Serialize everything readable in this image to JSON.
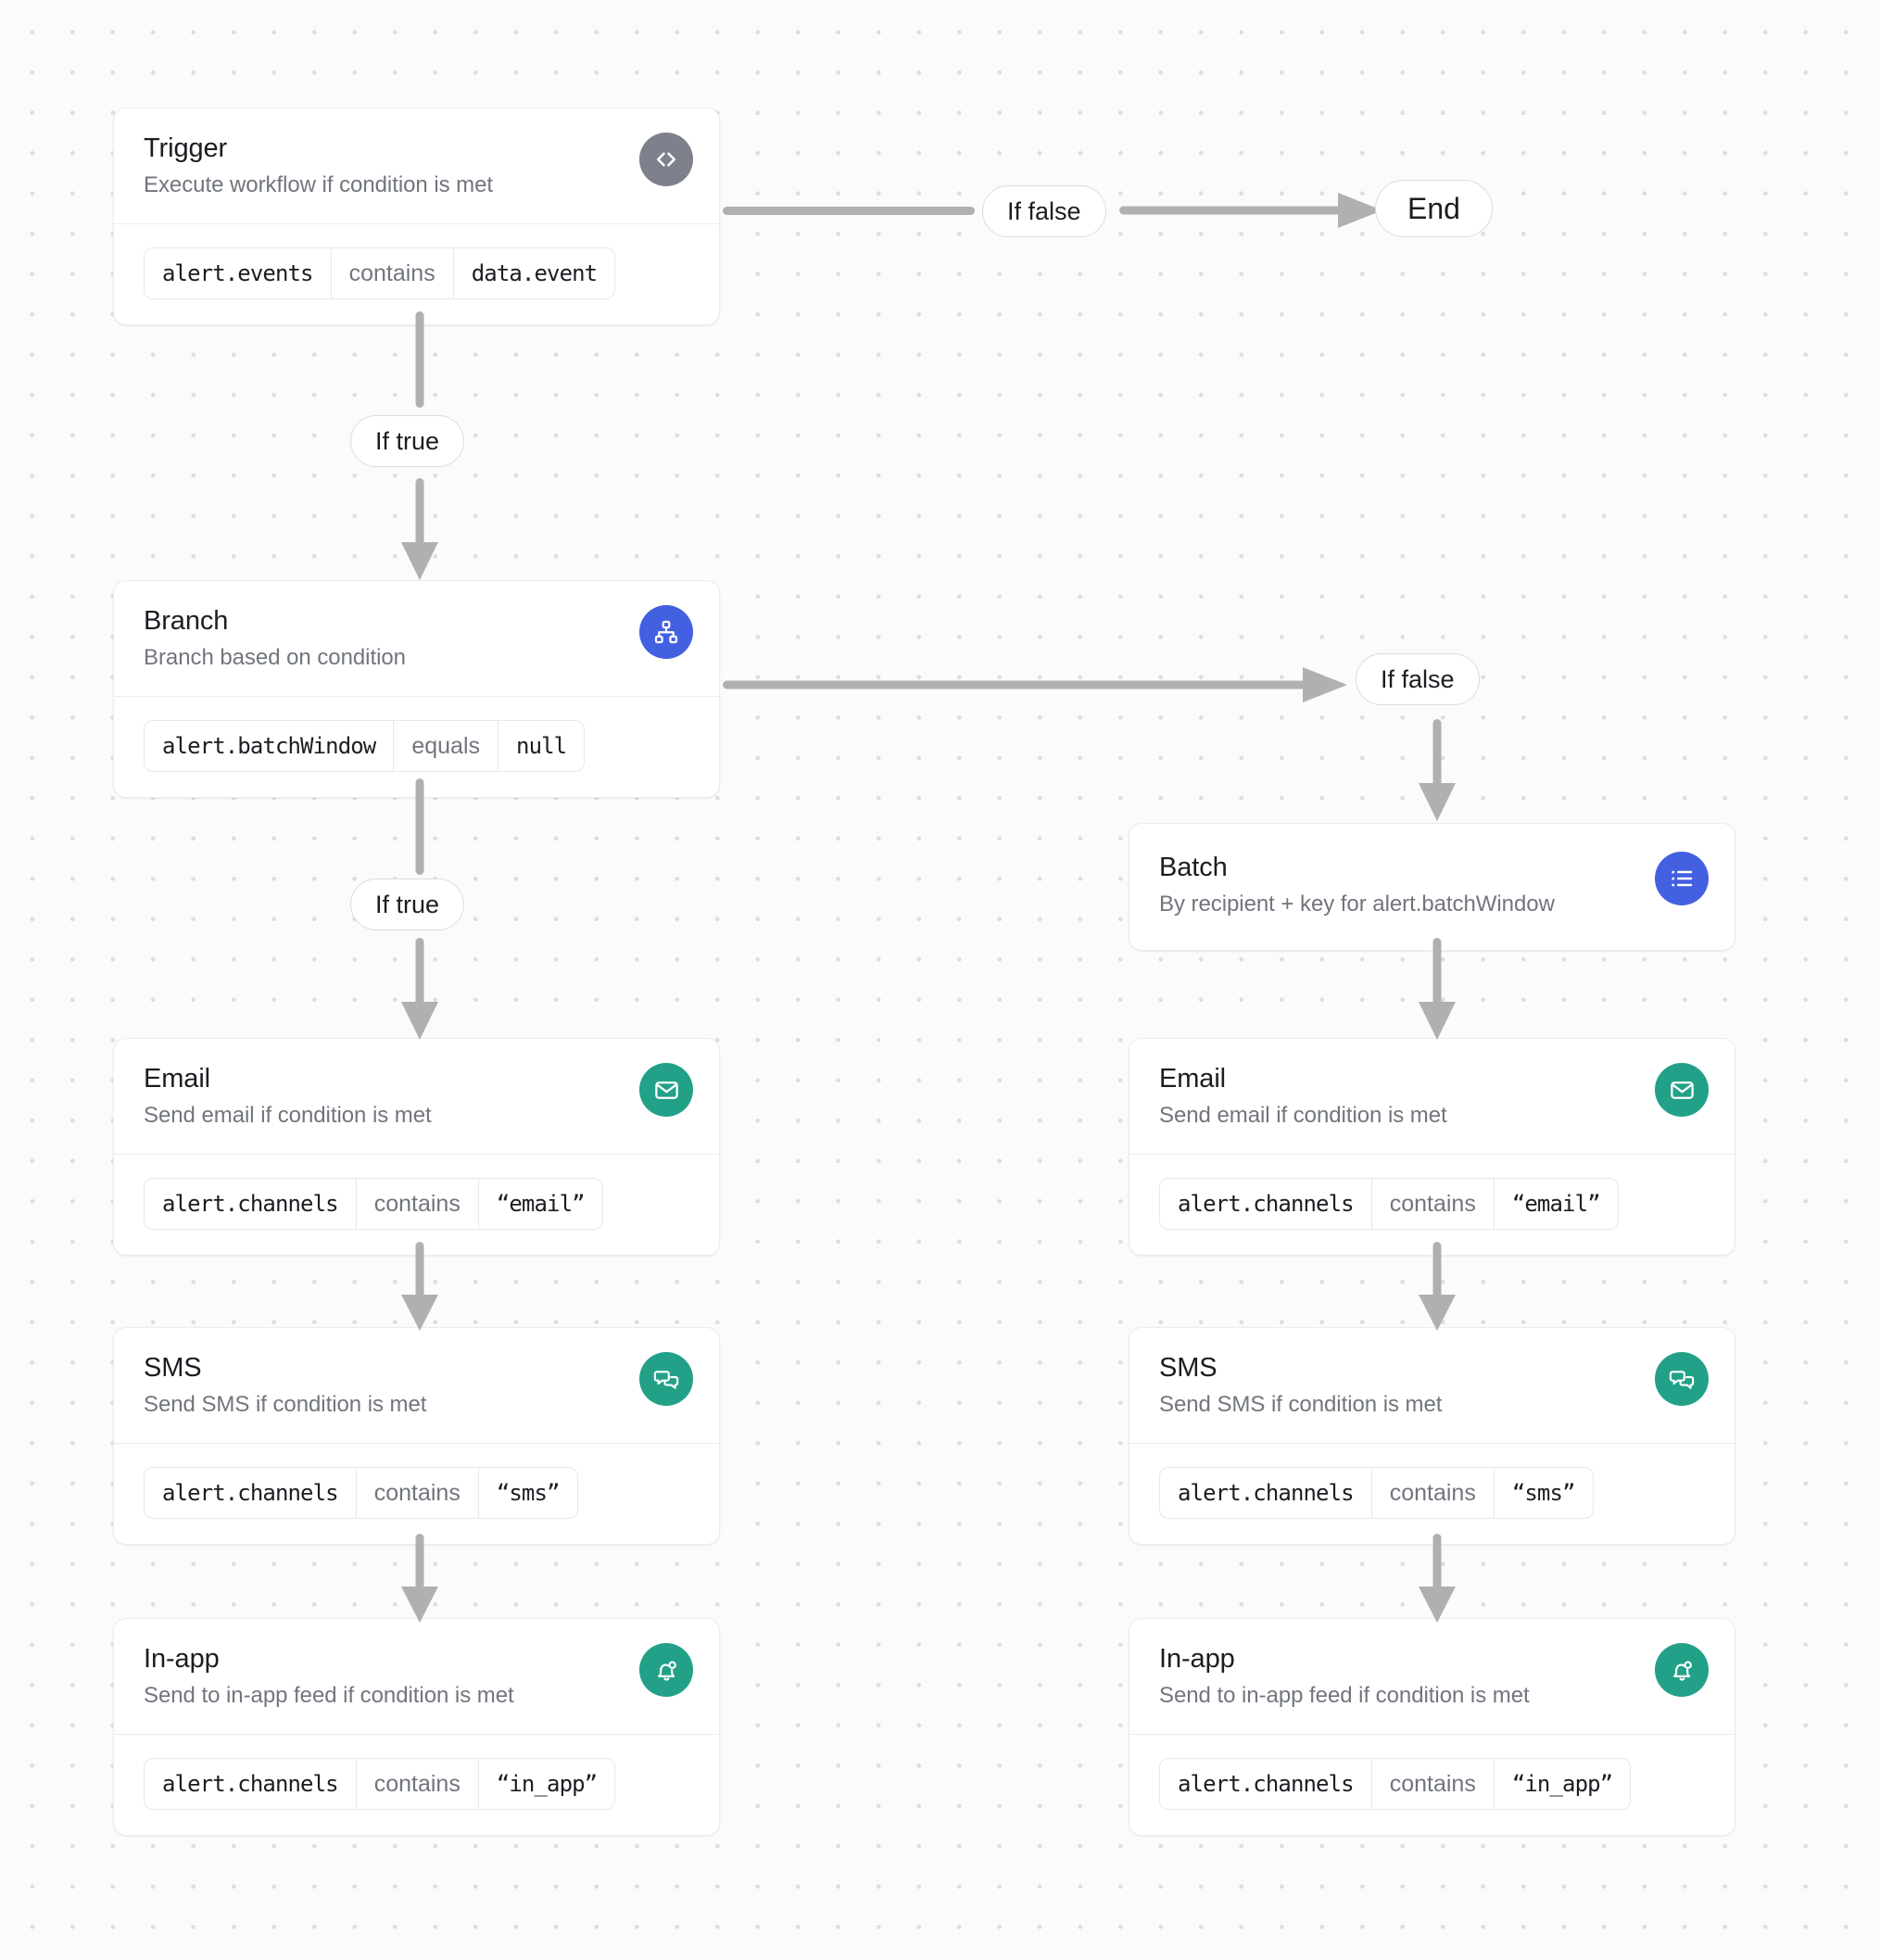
{
  "canvas": {
    "background": "#fbfbfc",
    "dot_color": "#dededf"
  },
  "colors": {
    "trigger_badge": "#7d818c",
    "branch_badge": "#4360e0",
    "batch_badge": "#4360e0",
    "channel_badge": "#22a188",
    "connector": "#b0b0b2",
    "card_border": "#ececee"
  },
  "nodes": {
    "trigger": {
      "title": "Trigger",
      "subtitle": "Execute workflow if condition is met",
      "icon": "code-brackets-icon",
      "condition": {
        "field": "alert.events",
        "operator": "contains",
        "value": "data.event"
      }
    },
    "branch": {
      "title": "Branch",
      "subtitle": "Branch based on condition",
      "icon": "hierarchy-icon",
      "condition": {
        "field": "alert.batchWindow",
        "operator": "equals",
        "value": "null"
      }
    },
    "batch": {
      "title": "Batch",
      "subtitle": "By recipient + key for alert.batchWindow",
      "icon": "list-icon"
    },
    "end": {
      "label": "End"
    },
    "email_left": {
      "title": "Email",
      "subtitle": "Send email if condition is met",
      "icon": "envelope-icon",
      "condition": {
        "field": "alert.channels",
        "operator": "contains",
        "value": "“email”"
      }
    },
    "sms_left": {
      "title": "SMS",
      "subtitle": "Send SMS if condition is met",
      "icon": "chat-bubbles-icon",
      "condition": {
        "field": "alert.channels",
        "operator": "contains",
        "value": "“sms”"
      }
    },
    "inapp_left": {
      "title": "In-app",
      "subtitle": "Send to in-app feed if condition is met",
      "icon": "bell-icon",
      "condition": {
        "field": "alert.channels",
        "operator": "contains",
        "value": "“in_app”"
      }
    },
    "email_right": {
      "title": "Email",
      "subtitle": "Send email if condition is met",
      "icon": "envelope-icon",
      "condition": {
        "field": "alert.channels",
        "operator": "contains",
        "value": "“email”"
      }
    },
    "sms_right": {
      "title": "SMS",
      "subtitle": "Send SMS if condition is met",
      "icon": "chat-bubbles-icon",
      "condition": {
        "field": "alert.channels",
        "operator": "contains",
        "value": "“sms”"
      }
    },
    "inapp_right": {
      "title": "In-app",
      "subtitle": "Send to in-app feed if condition is met",
      "icon": "bell-icon",
      "condition": {
        "field": "alert.channels",
        "operator": "contains",
        "value": "“in_app”"
      }
    }
  },
  "edges": {
    "trigger_false": "If false",
    "trigger_true": "If true",
    "branch_false": "If false",
    "branch_true": "If true"
  }
}
